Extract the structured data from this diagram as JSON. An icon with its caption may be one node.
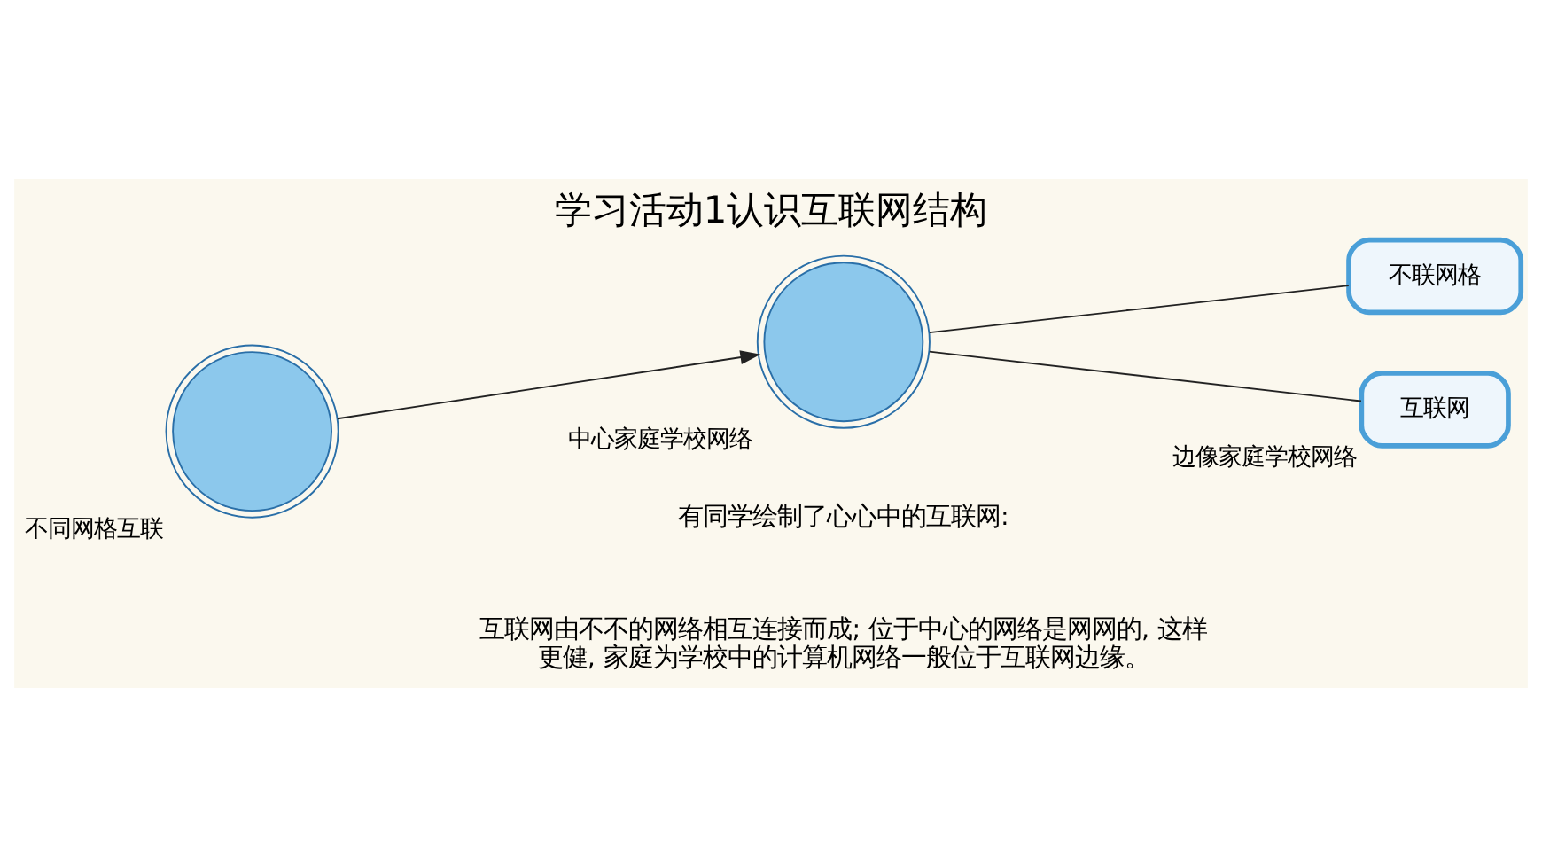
{
  "diagram": {
    "title": "学习活动1认识互联网结构",
    "nodes": [
      {
        "text": [],
        "shape": "picture",
        "beside": [
          "不同网格互联"
        ]
      },
      {
        "text": [],
        "shape": "picture",
        "beside": [
          "中心家庭学校网络"
        ]
      },
      {
        "text": [
          "不联网格"
        ]
      },
      {
        "text": [
          "互联网"
        ],
        "beside": [
          "边像家庭学校网络"
        ]
      }
    ],
    "edges": [
      {
        "from": 0,
        "to": 1,
        "arrow": "to"
      },
      {
        "from": 1,
        "to": 2,
        "arrow": "none"
      },
      {
        "from": 1,
        "to": 3,
        "arrow": "none"
      }
    ],
    "labels": [
      "有同学绘制了心心中的互联网:",
      "互联网由不不的网络相互连接而成; 位于中心的网络是网网的, 这样更健, 家庭为学校中的计算机网络一般位于互联网边缘。"
    ]
  }
}
